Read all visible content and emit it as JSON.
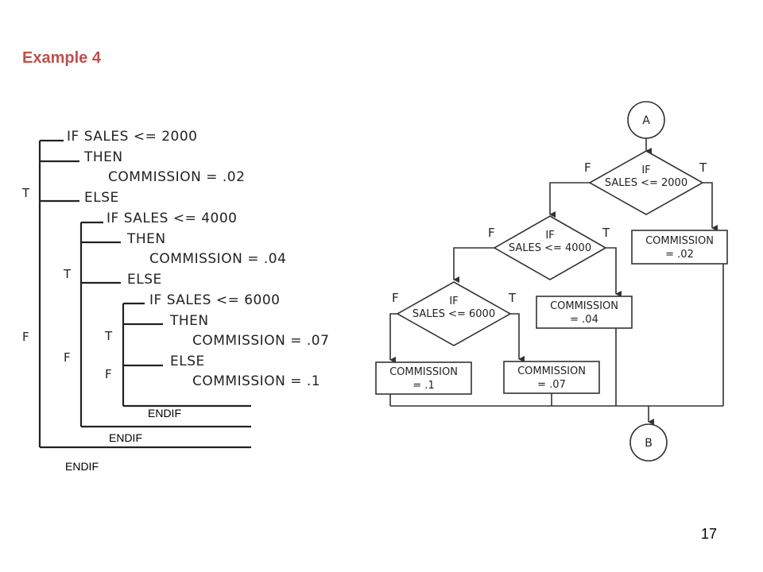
{
  "title": "Example 4",
  "page_number": "17",
  "code_tree": {
    "lines": [
      "IF SALES <= 2000",
      "THEN",
      "COMMISSION = .02",
      "ELSE",
      "IF SALES <= 4000",
      "THEN",
      "COMMISSION = .04",
      "ELSE",
      "IF SALES <= 6000",
      "THEN",
      "COMMISSION = .07",
      "ELSE",
      "COMMISSION = .1"
    ],
    "branch_labels": {
      "outer_true": "T",
      "outer_false": "F",
      "mid_true": "T",
      "mid_false": "F",
      "inner_true": "T",
      "inner_false": "F"
    },
    "endifs": [
      "ENDIF",
      "ENDIF",
      "ENDIF"
    ]
  },
  "flowchart": {
    "start_connector": "A",
    "end_connector": "B",
    "decisions": [
      {
        "line1": "IF",
        "line2": "SALES <= 2000",
        "false_label": "F",
        "true_label": "T"
      },
      {
        "line1": "IF",
        "line2": "SALES <= 4000",
        "false_label": "F",
        "true_label": "T"
      },
      {
        "line1": "IF",
        "line2": "SALES <= 6000",
        "false_label": "F",
        "true_label": "T"
      }
    ],
    "actions": [
      {
        "line1": "COMMISSION",
        "line2": "= .02"
      },
      {
        "line1": "COMMISSION",
        "line2": "= .04"
      },
      {
        "line1": "COMMISSION",
        "line2": "= .07"
      },
      {
        "line1": "COMMISSION",
        "line2": "= .1"
      }
    ]
  }
}
